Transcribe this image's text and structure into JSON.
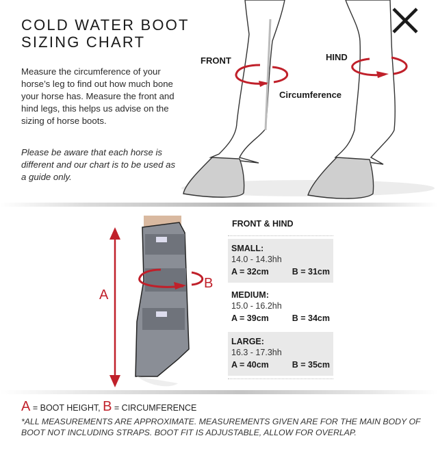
{
  "header": {
    "title_line1": "COLD WATER BOOT",
    "title_line2": "SIZING CHART",
    "close_icon": "close-icon"
  },
  "intro": {
    "text": "Measure the circumference of your horse’s leg to find out how much bone your horse has. Measure the front and hind legs, this helps us advise on the sizing of horse boots.",
    "note": "Please be aware that each horse is different and our chart is to be used as a guide only."
  },
  "leg_diagram": {
    "front_label": "FRONT",
    "hind_label": "HIND",
    "circumference_label": "Circumference"
  },
  "boot_diagram": {
    "a_label": "A",
    "b_label": "B"
  },
  "size_table": {
    "heading": "FRONT & HIND",
    "sizes": [
      {
        "name": "SMALL:",
        "range": "14.0 - 14.3hh",
        "a": "A = 32cm",
        "b": "B = 31cm"
      },
      {
        "name": "MEDIUM:",
        "range": "15.0 - 16.2hh",
        "a": "A = 39cm",
        "b": "B = 34cm"
      },
      {
        "name": "LARGE:",
        "range": "16.3 - 17.3hh",
        "a": "A = 40cm",
        "b": "B = 35cm"
      }
    ]
  },
  "legend": {
    "a_letter": "A",
    "a_text": "= BOOT HEIGHT,",
    "b_letter": "B",
    "b_text": "= CIRCUMFERENCE"
  },
  "footnote": "*ALL MEASUREMENTS ARE APPROXIMATE. MEASUREMENTS GIVEN ARE FOR THE MAIN BODY OF BOOT NOT INCLUDING STRAPS. BOOT FIT IS ADJUSTABLE, ALLOW FOR OVERLAP.",
  "colors": {
    "accent_red": "#c0202a",
    "row_shade": "#e9e9e9"
  }
}
